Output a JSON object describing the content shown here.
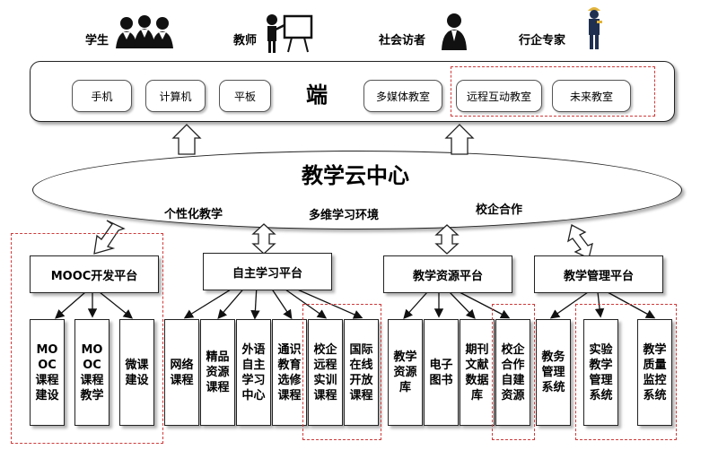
{
  "roles": {
    "student": "学生",
    "teacher": "教师",
    "visitor": "社会访者",
    "expert": "行企专家"
  },
  "terminal": {
    "title": "端",
    "devices": [
      "手机",
      "计算机",
      "平板",
      "多媒体教室",
      "远程互动教室",
      "未来教室"
    ]
  },
  "cloud": {
    "title": "教学云中心",
    "labels": [
      "个性化教学",
      "多维学习环境",
      "校企合作"
    ]
  },
  "platforms": {
    "mooc": {
      "title": "MOOC开发平台",
      "items": [
        "MOOC课程建设",
        "MOOC课程教学",
        "微课建设"
      ]
    },
    "self": {
      "title": "自主学习平台",
      "items": [
        "网络课程",
        "精品资源课程",
        "外语自主学习中心",
        "通识教育选修课程",
        "校企远程实训课程",
        "国际在线开放课程"
      ]
    },
    "resource": {
      "title": "教学资源平台",
      "items": [
        "教学资源库",
        "电子图书",
        "期刊文献数据库",
        "校企合作自建资源"
      ]
    },
    "management": {
      "title": "教学管理平台",
      "items": [
        "教务管理系统",
        "实验教学管理系统",
        "教学质量监控系统"
      ]
    }
  },
  "colors": {
    "dashed_highlight": "#d23a3a",
    "stroke": "#222222"
  }
}
